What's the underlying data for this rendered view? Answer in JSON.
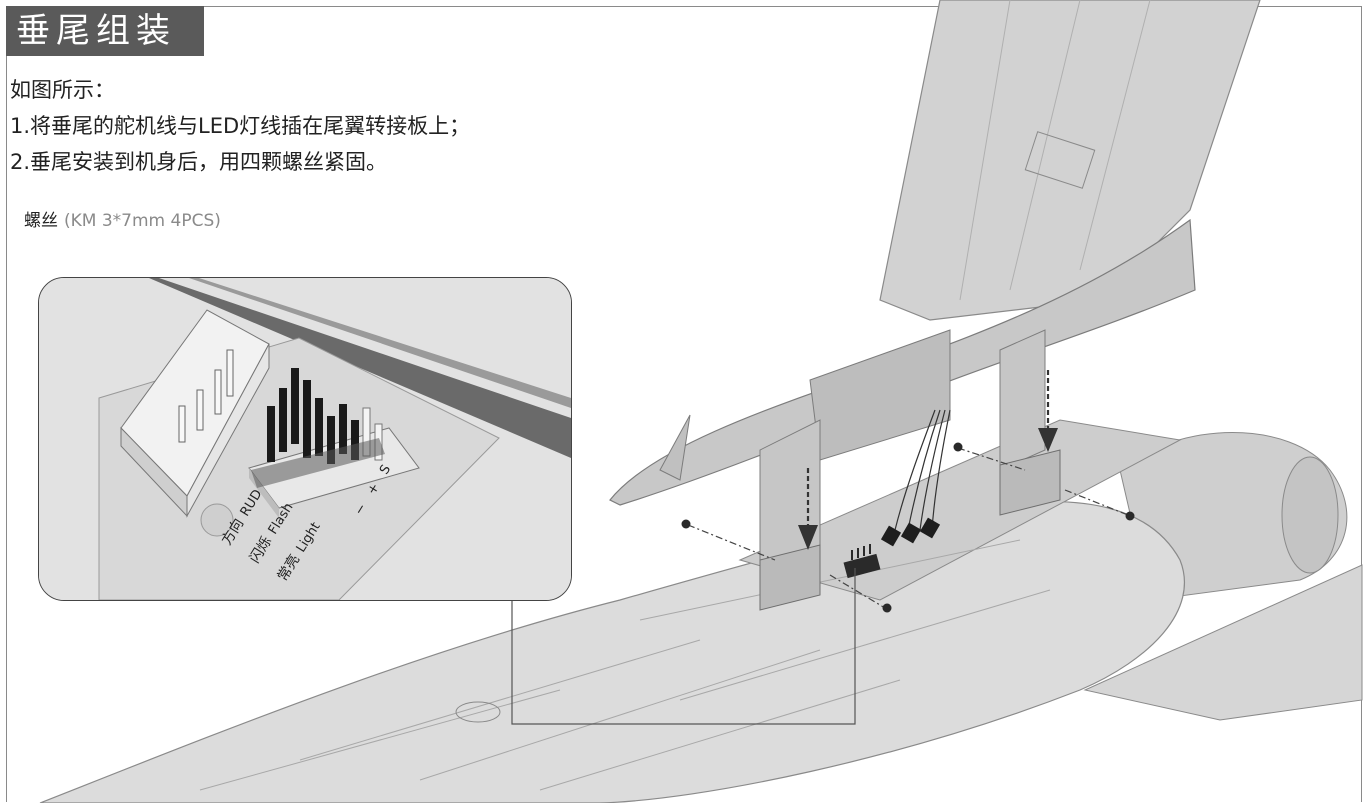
{
  "header": {
    "title": "垂尾组装"
  },
  "instructions": {
    "intro": "如图所示：",
    "step1": "1.将垂尾的舵机线与LED灯线插在尾翼转接板上；",
    "step2": "2.垂尾安装到机身后，用四颗螺丝紧固。"
  },
  "screw_note": {
    "label": "螺丝",
    "spec": "(KM 3*7mm  4PCS)"
  },
  "inset": {
    "labels": {
      "rud_cn": "方向",
      "rud_en": "RUD",
      "flash_cn": "闪烁",
      "flash_en": "Flash",
      "light_cn": "常亮",
      "light_en": "Light",
      "minus": "−",
      "plus": "+",
      "signal": "S"
    }
  }
}
